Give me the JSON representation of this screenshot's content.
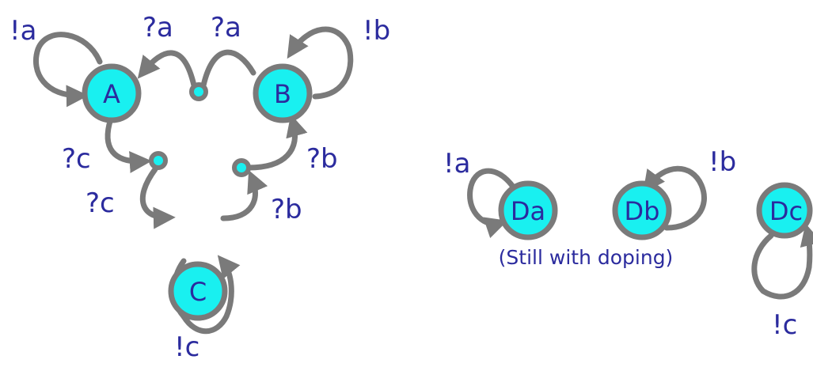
{
  "diagram": {
    "nodes": {
      "A": "A",
      "B": "B",
      "C": "C",
      "Da": "Da",
      "Db": "Db",
      "Dc": "Dc"
    },
    "labels": {
      "A_loop": "!a",
      "A_in": "?a",
      "B_in": "?a",
      "B_loop": "!b",
      "A_out": "?c",
      "C_in_c": "?c",
      "B_out": "?b",
      "C_out_b": "?b",
      "C_loop": "!c",
      "Da_loop": "!a",
      "Db_loop": "!b",
      "Dc_loop": "!c"
    },
    "caption": "(Still with doping)",
    "colors": {
      "node_fill": "#19f0f0",
      "edge": "#7a7a7a",
      "text": "#2b2b9e"
    }
  }
}
